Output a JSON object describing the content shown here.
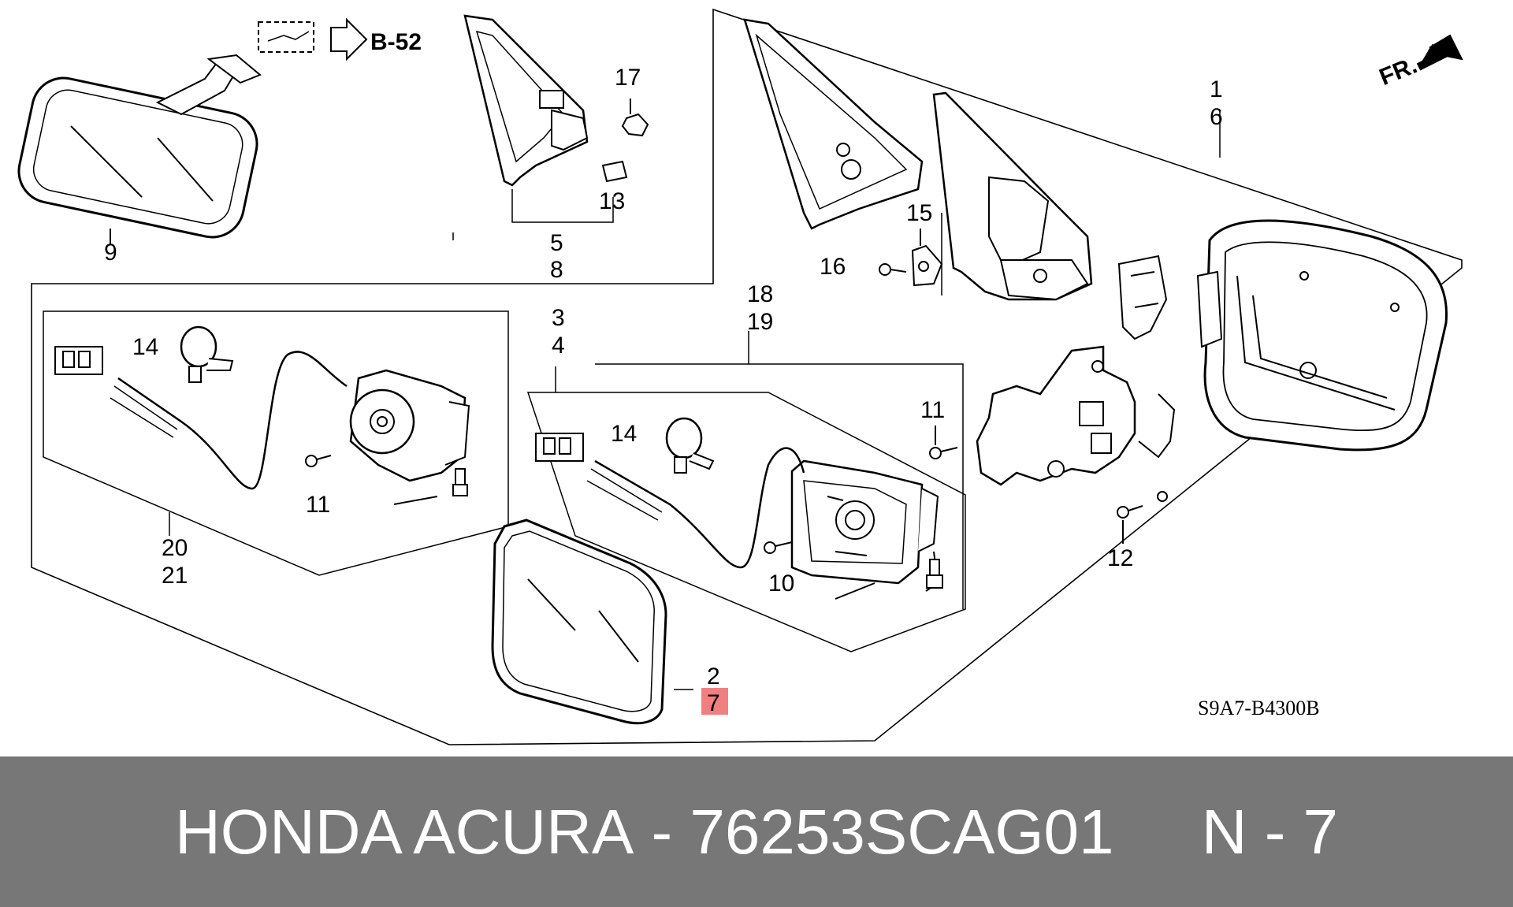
{
  "diagram": {
    "reference_code": "S9A7-B4300B",
    "see_ref": "B-52",
    "direction": "FR.",
    "highlight_color": "#f08080",
    "callouts": {
      "c1": "1",
      "c2": "2",
      "c3": "3",
      "c4": "4",
      "c5": "5",
      "c6": "6",
      "c7": "7",
      "c8": "8",
      "c9": "9",
      "c10": "10",
      "c11a": "11",
      "c11b": "11",
      "c12": "12",
      "c13": "13",
      "c14a": "14",
      "c14b": "14",
      "c15": "15",
      "c16": "16",
      "c17": "17",
      "c18": "18",
      "c19": "19",
      "c20": "20",
      "c21": "21"
    }
  },
  "footer": {
    "brand": "HONDA ACURA",
    "separator": " - ",
    "part_number": "76253SCAG01",
    "position": "N - 7"
  }
}
